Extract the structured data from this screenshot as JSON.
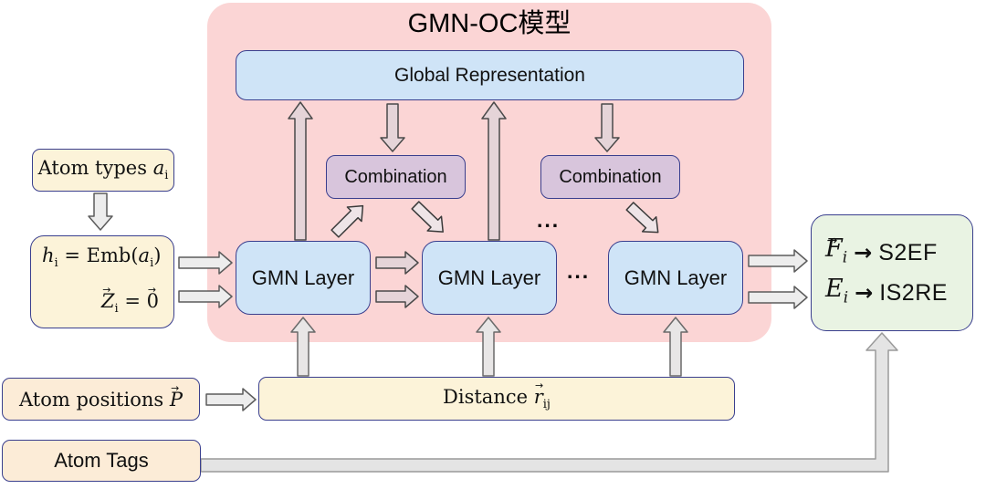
{
  "title": "GMN-OC模型",
  "boxes": {
    "global_representation": "Global Representation",
    "combination_1": "Combination",
    "combination_2": "Combination",
    "gmn_layer_1": "GMN Layer",
    "gmn_layer_2": "GMN Layer",
    "gmn_layer_3": "GMN Layer"
  },
  "ellipsis": {
    "upper": "...",
    "lower": "..."
  },
  "vec_mark": "→",
  "inputs": {
    "atom_types": {
      "text": "Atom types ",
      "var": "a",
      "sub": "i"
    },
    "embedding": {
      "h": "h",
      "h_sub": "i",
      "equals": " = Emb(",
      "a": "a",
      "a_sub": "i",
      "close": ")",
      "z": "Z",
      "z_sub": "i",
      "z_equals": " = ",
      "zero": "0"
    },
    "atom_positions": {
      "text": "Atom positions ",
      "var": "P"
    },
    "distance": {
      "text": "Distance ",
      "var": "r",
      "sub": "ij"
    },
    "atom_tags": "Atom Tags"
  },
  "outputs": {
    "row1": {
      "symbol": "F",
      "sub": "i",
      "arrow": "→",
      "task": "S2EF"
    },
    "row2": {
      "symbol": "E",
      "sub": "i",
      "arrow": "→",
      "task": "IS2RE"
    }
  },
  "colors": {
    "container_fill": "#fbd5d5",
    "box_border": "#3a3f8e",
    "blue_fill": "#cfe4f7",
    "purple_fill": "#d8c5dc",
    "cream_fill": "#fcf3d9",
    "peach_fill": "#fcecd7",
    "green_fill": "#e9f3e3",
    "arrow_gray": "#ededed",
    "arrow_pink": "#e5d4d8",
    "arrow_diag": "#eee4e7",
    "connector_fill": "#e4e4e4",
    "connector_stroke": "#9a9a9a"
  }
}
